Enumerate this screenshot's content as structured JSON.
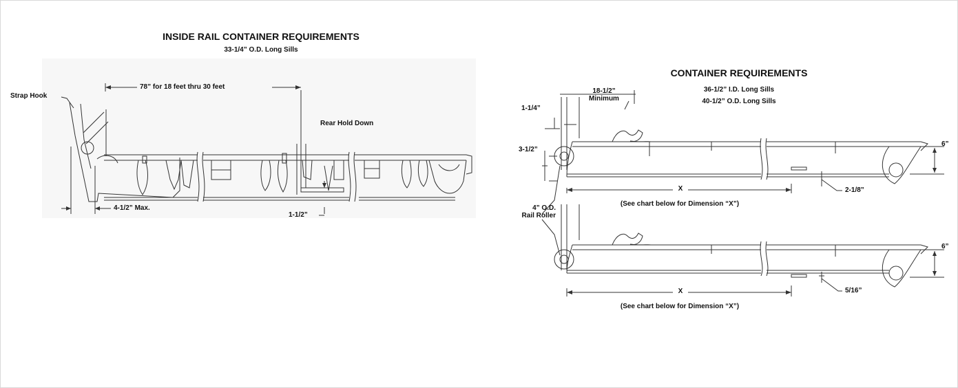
{
  "left_diagram": {
    "title": "INSIDE RAIL CONTAINER REQUIREMENTS",
    "subtitle": "33-1/4” O.D. Long Sills",
    "strap_hook": "Strap Hook",
    "span_78": "78” for 18 feet thru 30 feet",
    "rear_hold_down": "Rear Hold Down",
    "max_4_half": "4-1/2” Max.",
    "dim_1_half": "1-1/2”"
  },
  "right_diagram": {
    "title": "CONTAINER REQUIREMENTS",
    "subtitle_1": "36-1/2” I.D. Long Sills",
    "subtitle_2": "40-1/2” O.D. Long Sills",
    "dim_18_half": "18-1/2”",
    "minimum": "Minimum",
    "dim_1_quarter": "1-1/4”",
    "dim_3_half": "3-1/2”",
    "dim_6_top": "6”",
    "dim_2_eighth": "2-1/8”",
    "x_top": "X",
    "see_chart_top": "(See chart below for Dimension “X”)",
    "roller_1": "4” O.D.",
    "roller_2": "Rail Roller",
    "dim_6_bottom": "6”",
    "dim_5_16": "5/16”",
    "x_bottom": "X",
    "see_chart_bottom": "(See chart below for Dimension “X”)"
  },
  "colors": {
    "line": "#333333",
    "ink": "#111111"
  }
}
